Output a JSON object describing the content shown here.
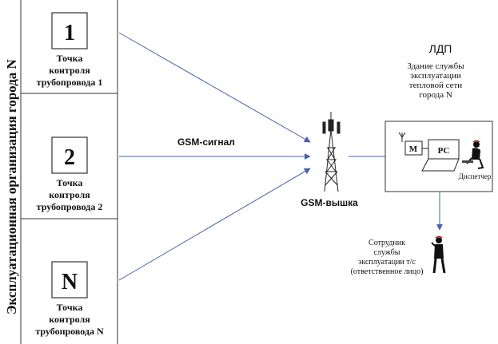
{
  "org_label": "Эксплуатационная организация города N",
  "points": [
    {
      "id": "1",
      "lines": [
        "Точка",
        "контроля",
        "трубопровода 1"
      ]
    },
    {
      "id": "2",
      "lines": [
        "Точка",
        "контроля",
        "трубопровода 2"
      ]
    },
    {
      "id": "N",
      "lines": [
        "Точка",
        "контроля",
        "трубопровода N"
      ]
    }
  ],
  "signal_label": "GSM-сигнал",
  "tower_label": "GSM-вышка",
  "ldp": {
    "title": "ЛДП",
    "description": [
      "Здание службы",
      "эксплуатации",
      "тепловой сети",
      "города N"
    ],
    "modem_label": "M",
    "pc_label": "PC",
    "dispatcher_label": "Диспетчер"
  },
  "staff_label": [
    "Сотрудник",
    "службы",
    "эксплуатации т/с",
    "(ответственное лицо)"
  ],
  "colors": {
    "arrow": "#4a5fae",
    "line": "#222222",
    "frame": "#333333"
  }
}
